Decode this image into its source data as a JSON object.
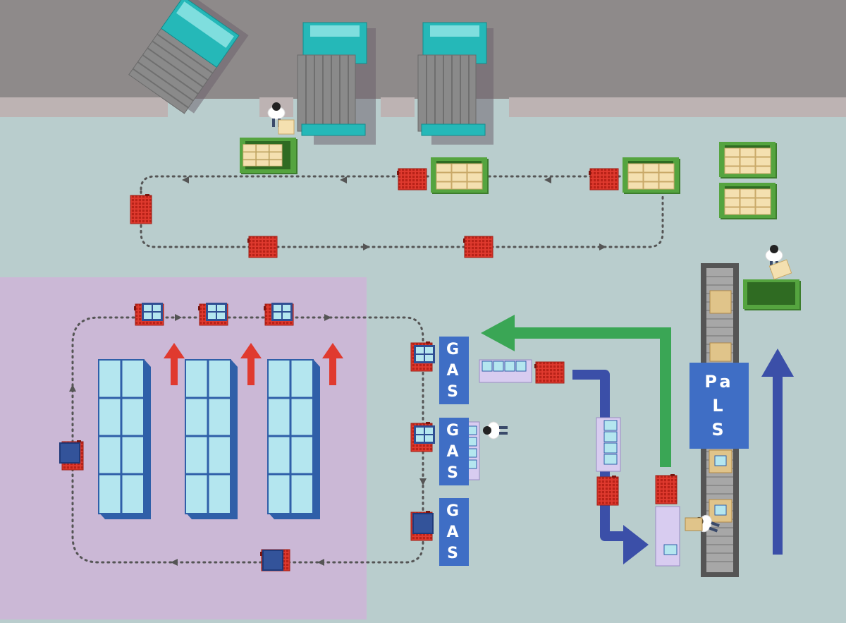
{
  "labels": {
    "gas_1": "GAS",
    "gas_2": "GAS",
    "gas_3": "GAS",
    "pals": "PaLS"
  },
  "colors": {
    "floor": "#b9cdcd",
    "road": "#8e8a8a",
    "dock_curb": "#bdb3b3",
    "storage_zone": "#cbb8d6",
    "robot": "#e03a2f",
    "truck_cab": "#25b8b8",
    "cargo_box": "#f2dca8",
    "pallet": "#4f9a3c",
    "rack": "#b4e6ef",
    "tote_dark": "#2f4f93",
    "station_label": "#3f6ec5",
    "flow_green": "#3aa655",
    "flow_blue": "#3b4fa8",
    "flow_red": "#e03a2f"
  },
  "icons": [
    "truck-icon",
    "worker-icon",
    "pallet-icon",
    "transport-robot-icon",
    "storage-rack-icon",
    "tote-icon",
    "flow-arrow-icon",
    "conveyor-icon"
  ]
}
